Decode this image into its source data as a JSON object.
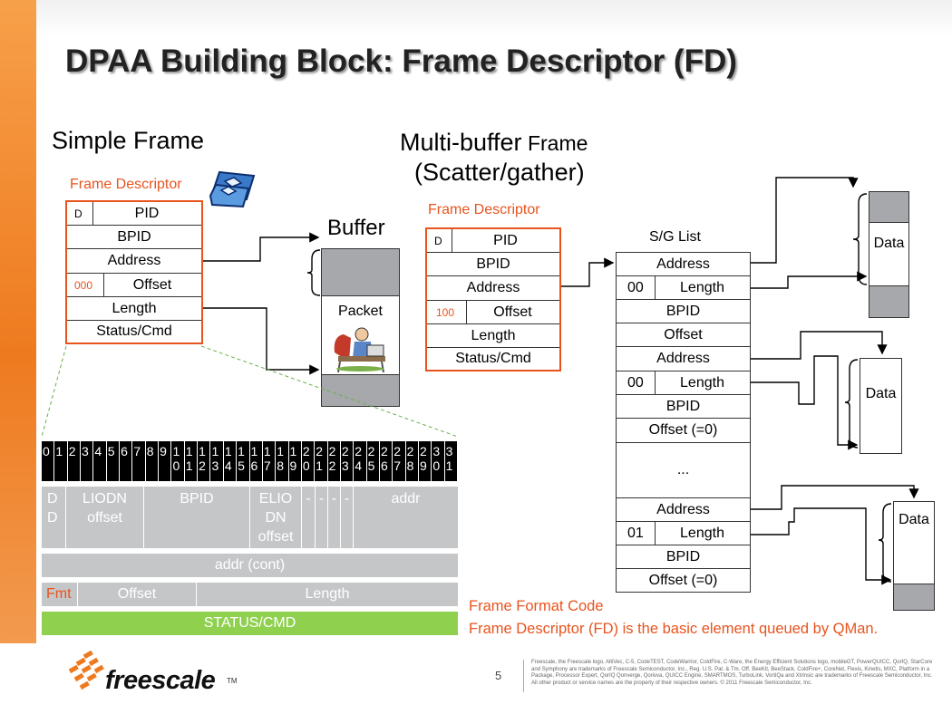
{
  "title": "DPAA Building Block: Frame Descriptor (FD)",
  "simple": {
    "heading": "Simple Frame",
    "fd_label": "Frame Descriptor",
    "rows": {
      "d": "D",
      "pid": "PID",
      "bpid": "BPID",
      "address": "Address",
      "fmt": "000",
      "offset": "Offset",
      "length": "Length",
      "status": "Status/Cmd"
    },
    "buffer_label": "Buffer",
    "packet_label": "Packet"
  },
  "multi": {
    "heading_line1_a": "Multi-buffer",
    "heading_line1_b": " Frame",
    "heading_line2": "(Scatter/gather)",
    "fd_label": "Frame Descriptor",
    "rows": {
      "d": "D",
      "pid": "PID",
      "bpid": "BPID",
      "address": "Address",
      "fmt": "100",
      "offset": "Offset",
      "length": "Length",
      "status": "Status/Cmd"
    },
    "sg_label": "S/G List",
    "sg_rows": {
      "address": "Address",
      "e00": "00",
      "e01": "01",
      "length": "Length",
      "bpid": "BPID",
      "offset": "Offset",
      "offset0": "Offset (=0)",
      "ellipsis": "..."
    },
    "data_label": "Data"
  },
  "bits": [
    "0",
    "1",
    "2",
    "3",
    "4",
    "5",
    "6",
    "7",
    "8",
    "9",
    "1\n0",
    "1\n1",
    "1\n2",
    "1\n3",
    "1\n4",
    "1\n5",
    "1\n6",
    "1\n7",
    "1\n8",
    "1\n9",
    "2\n0",
    "2\n1",
    "2\n2",
    "2\n3",
    "2\n4",
    "2\n5",
    "2\n6",
    "2\n7",
    "2\n8",
    "2\n9",
    "3\n0",
    "3\n1"
  ],
  "layout_fields": {
    "dd": "D\nD",
    "liodn": "LIODN\noffset",
    "bpid": "BPID",
    "eliodn": "ELIO\nDN\noffset",
    "dash": "-",
    "addr": "addr",
    "addr_cont": "addr (cont)",
    "fmt": "Fmt",
    "offset": "Offset",
    "length": "Length",
    "status": "STATUS/CMD"
  },
  "notes": {
    "ffc": "Frame Format Code",
    "fd_note": "Frame Descriptor (FD) is the basic element queued by QMan."
  },
  "footer": {
    "logo": "freescale",
    "tm": "TM",
    "page": "5",
    "legal": "Freescale, the Freescale logo, AltiVec, C-5, CodeTEST, CodeWarrior, ColdFire, C-Ware, the Energy Efficient Solutions logo, mobileGT, PowerQUICC, QorIQ, StarCore and Symphony are trademarks of Freescale Semiconductor, Inc., Reg. U.S. Pat. & Tm. Off. BeeKit, BeeStack, ColdFire+, CoreNet, Flexis, Kinetis, MXC, Platform in a Package, Processor Expert, QorIQ Qonverge, Qorivva, QUICC Engine, SMARTMOS, TurboLink, VortiQa and Xtrinsic are trademarks of Freescale Semiconductor, Inc. All other product or service names are the property of their respective owners. © 2011 Freescale Semiconductor, Inc."
  },
  "colors": {
    "accent": "#ee7a1f",
    "orange_text": "#e8541e",
    "gray": "#a6a8ab",
    "green": "#8fd14f",
    "field_gray": "#c5c6c8"
  }
}
